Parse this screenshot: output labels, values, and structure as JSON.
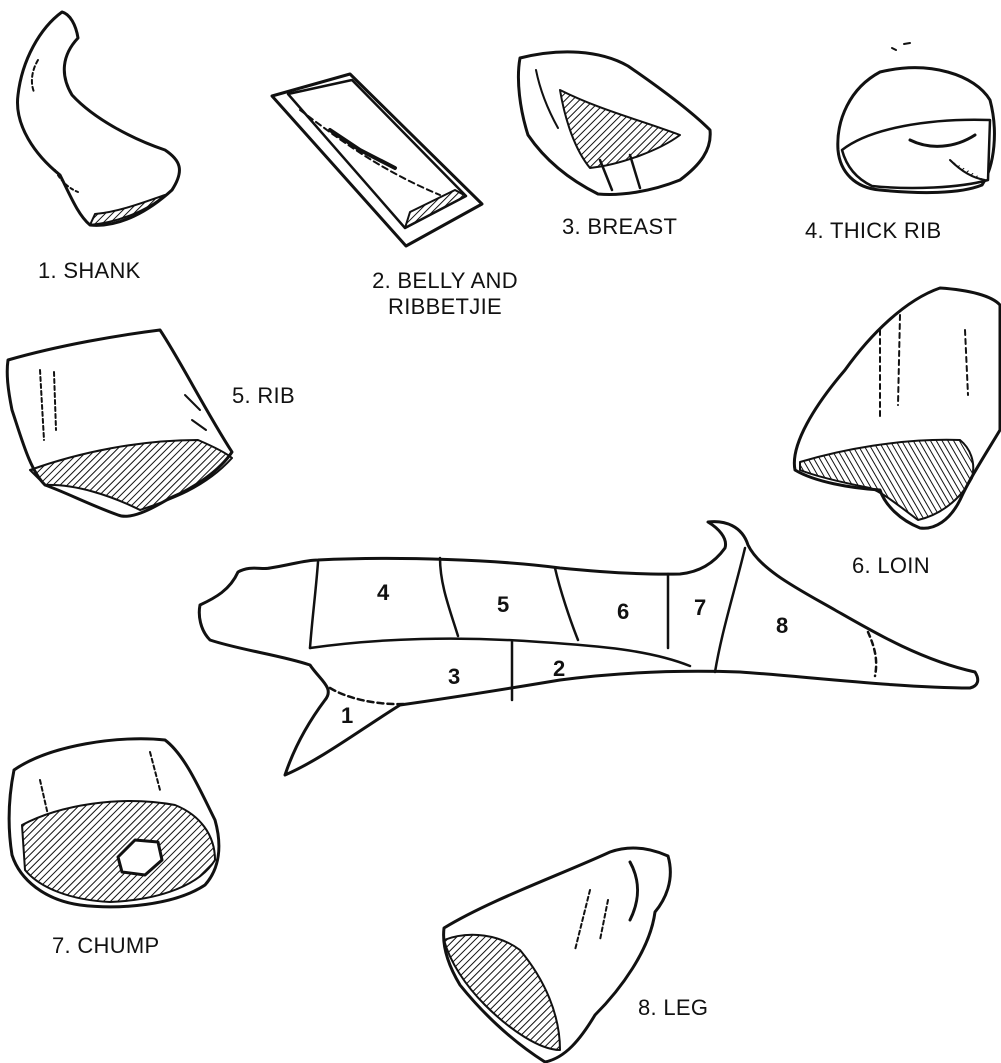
{
  "cuts": [
    {
      "label": "1. SHANK"
    },
    {
      "label": "2. BELLY AND",
      "label2": "RIBBETJIE"
    },
    {
      "label": "3. BREAST"
    },
    {
      "label": "4. THICK RIB"
    },
    {
      "label": "5. RIB"
    },
    {
      "label": "6. LOIN"
    },
    {
      "label": "7. CHUMP"
    },
    {
      "label": "8. LEG"
    }
  ],
  "carcass_numbers": [
    "1",
    "2",
    "3",
    "4",
    "5",
    "6",
    "7",
    "8"
  ]
}
